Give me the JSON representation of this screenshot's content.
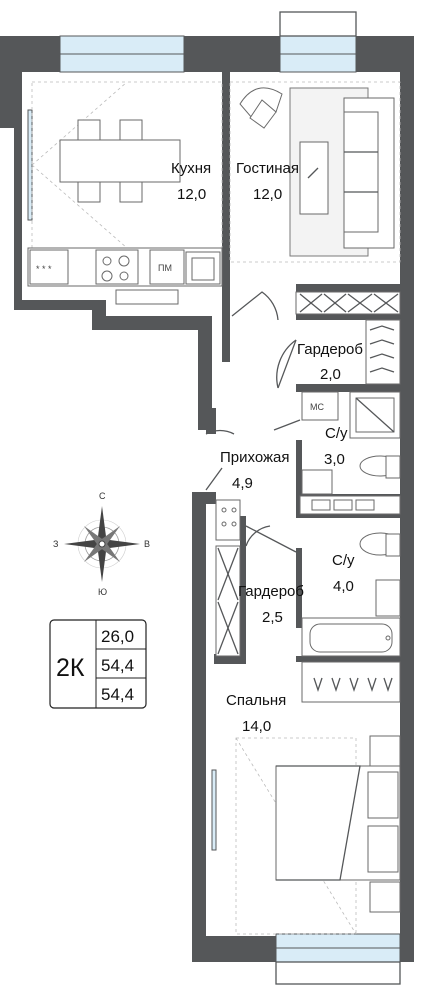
{
  "rooms": {
    "kitchen": {
      "name": "Кухня",
      "area": "12,0"
    },
    "living": {
      "name": "Гостиная",
      "area": "12,0"
    },
    "wardrobe1": {
      "name": "Гардероб",
      "area": "2,0"
    },
    "bath1": {
      "name": "С/у",
      "area": "3,0"
    },
    "hall": {
      "name": "Прихожая",
      "area": "4,9"
    },
    "bath2": {
      "name": "С/у",
      "area": "4,0"
    },
    "wardrobe2": {
      "name": "Гардероб",
      "area": "2,5"
    },
    "bedroom": {
      "name": "Спальня",
      "area": "14,0"
    }
  },
  "fixtures": {
    "washing_machine": "МС",
    "dishwasher": "ПМ",
    "cooktop_dots": "* * *"
  },
  "summary": {
    "type": "2К",
    "living_area": "26,0",
    "total_area": "54,4",
    "total_area_with_balcony": "54,4"
  },
  "compass": {
    "n": "С",
    "s": "Ю",
    "w": "З",
    "e": "В"
  },
  "colors": {
    "wall": "#555759",
    "window": "#d9ecf7"
  }
}
